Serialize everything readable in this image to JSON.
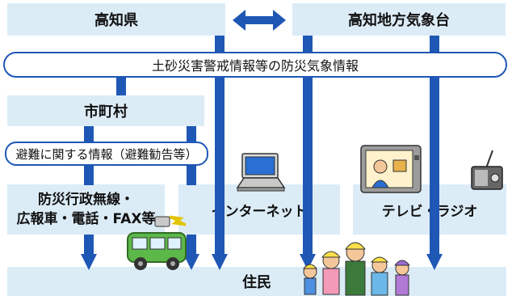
{
  "prefecture": "高知県",
  "met_office": "高知地方気象台",
  "info_bar": "土砂災害警戒情報等の防災気象情報",
  "municipality": "市町村",
  "evacuation_info": "避難に関する情報（避難勧告等）",
  "channels": {
    "admin_radio_line1": "防災行政無線・",
    "admin_radio_line2": "広報車・電話・FAX等",
    "internet": "インターネット",
    "tv_radio": "テレビ・ラジオ"
  },
  "residents": "住民",
  "colors": {
    "box_fill": "#dcecf7",
    "arrow": "#1f57b5",
    "pill_border": "#1f57b5"
  }
}
